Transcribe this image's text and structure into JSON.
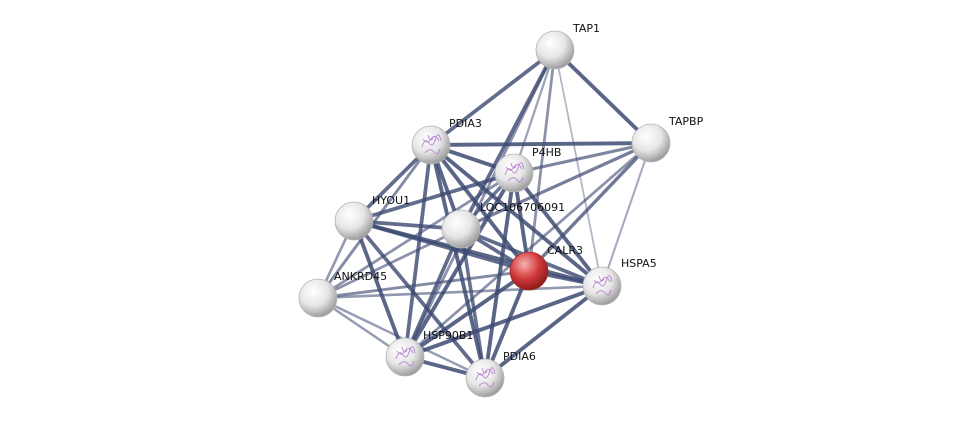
{
  "network": {
    "query_color": "#d23a3a",
    "node_color": "#e6e6e6",
    "edge_color": "#3d4a72",
    "nodes": [
      {
        "id": "TAP1",
        "label": "TAP1",
        "query": false,
        "icon": ""
      },
      {
        "id": "TAPBP",
        "label": "TAPBP",
        "query": false,
        "icon": ""
      },
      {
        "id": "PDIA3",
        "label": "PDIA3",
        "query": false,
        "icon": "protein-structure-icon"
      },
      {
        "id": "P4HB",
        "label": "P4HB",
        "query": false,
        "icon": "protein-structure-icon"
      },
      {
        "id": "HYOU1",
        "label": "HYOU1",
        "query": false,
        "icon": ""
      },
      {
        "id": "LOC106706091",
        "label": "LOC106706091",
        "query": false,
        "icon": ""
      },
      {
        "id": "CALR3",
        "label": "CALR3",
        "query": true,
        "icon": ""
      },
      {
        "id": "HSPA5",
        "label": "HSPA5",
        "query": false,
        "icon": "protein-structure-icon"
      },
      {
        "id": "ANKRD45",
        "label": "ANKRD45",
        "query": false,
        "icon": ""
      },
      {
        "id": "HSP90B1",
        "label": "HSP90B1",
        "query": false,
        "icon": "protein-structure-icon"
      },
      {
        "id": "PDIA6",
        "label": "PDIA6",
        "query": false,
        "icon": "protein-structure-icon"
      }
    ],
    "edges": [
      {
        "source": "TAP1",
        "target": "TAPBP",
        "weight": 0.9
      },
      {
        "source": "TAP1",
        "target": "PDIA3",
        "weight": 0.85
      },
      {
        "source": "TAP1",
        "target": "P4HB",
        "weight": 0.4
      },
      {
        "source": "TAP1",
        "target": "LOC106706091",
        "weight": 0.85
      },
      {
        "source": "TAP1",
        "target": "CALR3",
        "weight": 0.55
      },
      {
        "source": "TAP1",
        "target": "HSPA5",
        "weight": 0.25
      },
      {
        "source": "TAP1",
        "target": "HSP90B1",
        "weight": 0.55
      },
      {
        "source": "TAPBP",
        "target": "PDIA3",
        "weight": 0.9
      },
      {
        "source": "TAPBP",
        "target": "P4HB",
        "weight": 0.65
      },
      {
        "source": "TAPBP",
        "target": "LOC106706091",
        "weight": 0.7
      },
      {
        "source": "TAPBP",
        "target": "CALR3",
        "weight": 0.75
      },
      {
        "source": "TAPBP",
        "target": "HSPA5",
        "weight": 0.35
      },
      {
        "source": "TAPBP",
        "target": "HSP90B1",
        "weight": 0.55
      },
      {
        "source": "PDIA3",
        "target": "P4HB",
        "weight": 0.9
      },
      {
        "source": "PDIA3",
        "target": "HYOU1",
        "weight": 0.85
      },
      {
        "source": "PDIA3",
        "target": "LOC106706091",
        "weight": 0.9
      },
      {
        "source": "PDIA3",
        "target": "CALR3",
        "weight": 0.9
      },
      {
        "source": "PDIA3",
        "target": "HSPA5",
        "weight": 0.9
      },
      {
        "source": "PDIA3",
        "target": "ANKRD45",
        "weight": 0.6
      },
      {
        "source": "PDIA3",
        "target": "HSP90B1",
        "weight": 0.85
      },
      {
        "source": "PDIA3",
        "target": "PDIA6",
        "weight": 0.9
      },
      {
        "source": "P4HB",
        "target": "HYOU1",
        "weight": 0.85
      },
      {
        "source": "P4HB",
        "target": "LOC106706091",
        "weight": 0.75
      },
      {
        "source": "P4HB",
        "target": "CALR3",
        "weight": 0.9
      },
      {
        "source": "P4HB",
        "target": "HSPA5",
        "weight": 0.9
      },
      {
        "source": "P4HB",
        "target": "ANKRD45",
        "weight": 0.55
      },
      {
        "source": "P4HB",
        "target": "HSP90B1",
        "weight": 0.9
      },
      {
        "source": "P4HB",
        "target": "PDIA6",
        "weight": 0.9
      },
      {
        "source": "HYOU1",
        "target": "LOC106706091",
        "weight": 0.85
      },
      {
        "source": "HYOU1",
        "target": "CALR3",
        "weight": 0.85
      },
      {
        "source": "HYOU1",
        "target": "HSPA5",
        "weight": 0.9
      },
      {
        "source": "HYOU1",
        "target": "ANKRD45",
        "weight": 0.5
      },
      {
        "source": "HYOU1",
        "target": "HSP90B1",
        "weight": 0.9
      },
      {
        "source": "HYOU1",
        "target": "PDIA6",
        "weight": 0.85
      },
      {
        "source": "LOC106706091",
        "target": "CALR3",
        "weight": 0.85
      },
      {
        "source": "LOC106706091",
        "target": "HSPA5",
        "weight": 0.85
      },
      {
        "source": "LOC106706091",
        "target": "ANKRD45",
        "weight": 0.55
      },
      {
        "source": "LOC106706091",
        "target": "HSP90B1",
        "weight": 0.85
      },
      {
        "source": "LOC106706091",
        "target": "PDIA6",
        "weight": 0.8
      },
      {
        "source": "CALR3",
        "target": "HSPA5",
        "weight": 0.9
      },
      {
        "source": "CALR3",
        "target": "ANKRD45",
        "weight": 0.6
      },
      {
        "source": "CALR3",
        "target": "HSP90B1",
        "weight": 0.9
      },
      {
        "source": "CALR3",
        "target": "PDIA6",
        "weight": 0.9
      },
      {
        "source": "HSPA5",
        "target": "ANKRD45",
        "weight": 0.5
      },
      {
        "source": "HSPA5",
        "target": "HSP90B1",
        "weight": 0.9
      },
      {
        "source": "HSPA5",
        "target": "PDIA6",
        "weight": 0.9
      },
      {
        "source": "ANKRD45",
        "target": "HSP90B1",
        "weight": 0.45
      },
      {
        "source": "ANKRD45",
        "target": "PDIA6",
        "weight": 0.45
      },
      {
        "source": "HSP90B1",
        "target": "PDIA6",
        "weight": 0.9
      }
    ]
  }
}
